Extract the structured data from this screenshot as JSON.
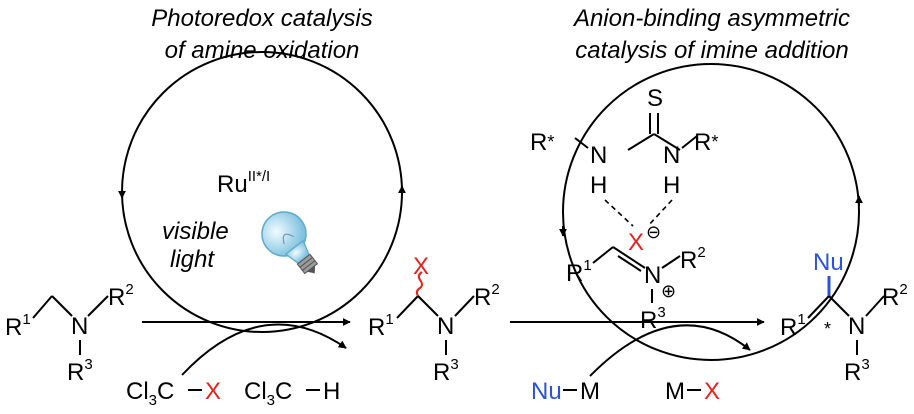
{
  "titles": {
    "left_line1": "Photoredox catalysis",
    "left_line2": "of amine oxidation",
    "right_line1": "Anion-binding asymmetric",
    "right_line2": "catalysis of imine addition"
  },
  "photocatalyst": {
    "metal": "Ru",
    "oxidation_state": "II*/I",
    "light_line1": "visible",
    "light_line2": "light"
  },
  "labels": {
    "R": "R",
    "N": "N",
    "H": "H",
    "S": "S",
    "X": "X",
    "R_star": "R*",
    "sub_1": "1",
    "sub_2": "2",
    "sub_3": "3",
    "star": "*",
    "plus": "⊕",
    "minus": "⊖",
    "Nu": "Nu"
  },
  "reagents": {
    "trichloro_x_prefix": "Cl",
    "trichloro_x_mid": "3",
    "trichloro_x_c": "C",
    "trichloro_x_x": "X",
    "trichloro_h_prefix": "Cl",
    "trichloro_h_mid": "3",
    "trichloro_h_c": "C",
    "trichloro_h_h": "H",
    "nucleophile_nu": "Nu",
    "nucleophile_m": "M",
    "salt_m": "M",
    "salt_x": "X"
  },
  "colors": {
    "leaving_group": "#e8211a",
    "nucleophile": "#2b53d6",
    "ink": "#000000",
    "bulb_glass": "#bfe2f2",
    "bulb_base": "#8a8a8a"
  }
}
